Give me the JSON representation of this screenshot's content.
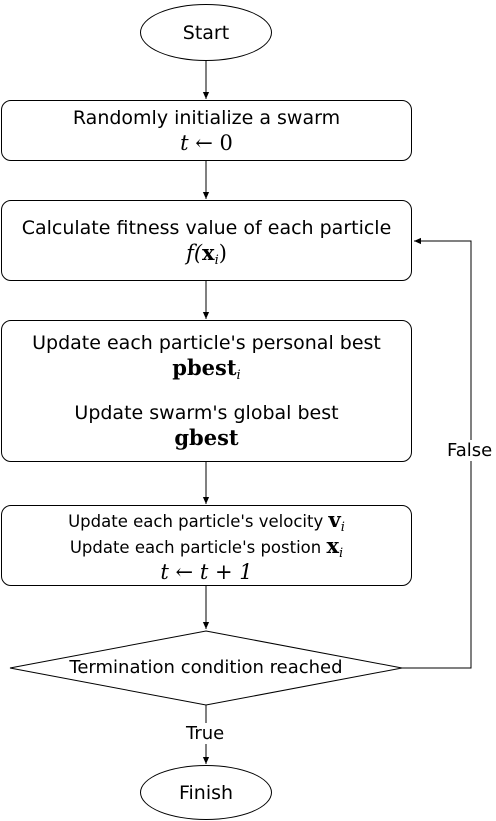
{
  "nodes": {
    "start": "Start",
    "init": {
      "text": "Randomly initialize a swarm",
      "math_var": "t",
      "math_arrow": "←",
      "math_val": "0"
    },
    "fitness": {
      "text": "Calculate fitness value of each particle",
      "math_f": "f(",
      "math_x": "x",
      "math_sub": "i",
      "math_close": ")"
    },
    "update_best": {
      "personal_text": "Update each particle's personal best",
      "pbest": "pbest",
      "pbest_sub": "i",
      "global_text": "Update swarm's global best",
      "gbest": "gbest"
    },
    "update_pos": {
      "velocity_text": "Update each particle's velocity",
      "v": "v",
      "v_sub": "i",
      "position_text": "Update each particle's postion",
      "x": "x",
      "x_sub": "i",
      "math_t": "t",
      "math_arrow": "←",
      "math_expr": "t + 1"
    },
    "termination": "Termination condition reached",
    "finish": "Finish"
  },
  "edges": {
    "false_label": "False",
    "true_label": "True"
  }
}
